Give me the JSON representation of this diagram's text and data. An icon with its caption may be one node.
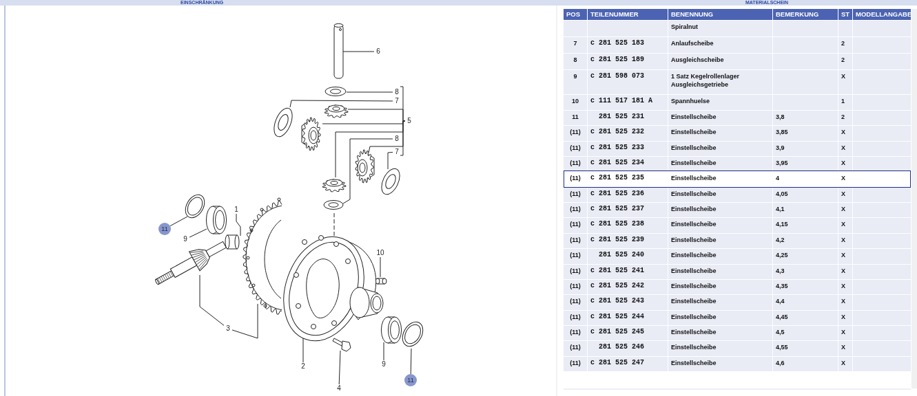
{
  "diagram": {
    "nodes": [
      {
        "text": [
          "6"
        ]
      },
      {
        "text": [],
        "shape": "picture"
      },
      {
        "text": [
          "8"
        ]
      },
      {
        "text": [],
        "shape": "picture"
      },
      {
        "text": [
          "7"
        ]
      },
      {
        "text": [],
        "shape": "picture"
      },
      {
        "text": [
          "5"
        ]
      },
      {
        "text": [],
        "shape": "picture"
      },
      {
        "text": [],
        "shape": "picture"
      },
      {
        "text": [],
        "shape": "picture"
      },
      {
        "text": [],
        "shape": "picture"
      },
      {
        "text": [
          "8"
        ]
      },
      {
        "text": [],
        "shape": "picture"
      },
      {
        "text": [
          "7"
        ]
      },
      {
        "text": [],
        "shape": "picture"
      },
      {
        "text": [
          "1"
        ]
      },
      {
        "text": [],
        "shape": "cylinder"
      },
      {
        "text": [
          "11"
        ]
      },
      {
        "text": [],
        "shape": "picture"
      },
      {
        "text": [
          "9"
        ]
      },
      {
        "text": [],
        "shape": "picture"
      },
      {
        "text": [],
        "shape": "picture"
      },
      {
        "text": [],
        "shape": "picture"
      },
      {
        "text": [
          "3"
        ]
      },
      {
        "text": [],
        "shape": "picture"
      },
      {
        "text": [
          "10"
        ]
      },
      {
        "text": [],
        "shape": "cylinder"
      },
      {
        "text": [
          "2"
        ]
      },
      {
        "text": [
          "4"
        ]
      },
      {
        "text": [],
        "shape": "picture"
      },
      {
        "text": [
          "9"
        ]
      },
      {
        "text": [],
        "shape": "picture"
      },
      {
        "text": [
          "11"
        ]
      },
      {
        "text": [],
        "shape": "picture"
      }
    ],
    "edges": [
      {
        "from": 0,
        "to": 1,
        "arrow": "none"
      },
      {
        "from": 2,
        "to": 3,
        "arrow": "none"
      },
      {
        "from": 4,
        "to": 5,
        "arrow": "none"
      },
      {
        "from": 6,
        "to": 7,
        "arrow": "none"
      },
      {
        "from": 6,
        "to": 8,
        "arrow": "none"
      },
      {
        "from": 6,
        "to": 9,
        "arrow": "none"
      },
      {
        "from": 6,
        "to": 10,
        "arrow": "none"
      },
      {
        "from": 11,
        "to": 12,
        "arrow": "none"
      },
      {
        "from": 13,
        "to": 14,
        "arrow": "none"
      },
      {
        "from": 15,
        "to": 16,
        "arrow": "none"
      },
      {
        "from": 17,
        "to": 18,
        "arrow": "none"
      },
      {
        "from": 19,
        "to": 20,
        "arrow": "none"
      },
      {
        "from": 23,
        "to": 21,
        "arrow": "none"
      },
      {
        "from": 23,
        "to": 22,
        "arrow": "none"
      },
      {
        "from": 25,
        "to": 26,
        "arrow": "none"
      },
      {
        "from": 27,
        "to": 24,
        "arrow": "none"
      },
      {
        "from": 28,
        "to": 29,
        "arrow": "none"
      },
      {
        "from": 30,
        "to": 31,
        "arrow": "none"
      },
      {
        "from": 32,
        "to": 33,
        "arrow": "none"
      }
    ],
    "labels": [
      "EINSCHRÄNKUNG",
      "MATERIALSCHEIN",
      "POS",
      "TEILENUMMER",
      "BENENNUNG",
      "BEMERKUNG",
      "ST",
      "MODELLANGABE",
      "Spiralnut",
      "7",
      "c 281 525 183",
      "Anlaufscheibe",
      "2",
      "8",
      "c 281 525 189",
      "Ausgleichscheibe",
      "2",
      "9",
      "c 281 598 073",
      "1 Satz Kegelrollenlager Ausgleichsgetriebe",
      "X",
      "10",
      "c 111 517 181 A",
      "Spannhuelse",
      "1",
      "11",
      "281 525 231",
      "Einstellscheibe",
      "3,8",
      "2",
      "(11)",
      "c 281 525 232",
      "Einstellscheibe",
      "3,85",
      "X",
      "(11)",
      "c 281 525 233",
      "Einstellscheibe",
      "3,9",
      "X",
      "(11)",
      "c 281 525 234",
      "Einstellscheibe",
      "3,95",
      "X",
      "(11)",
      "c 281 525 235",
      "Einstellscheibe",
      "4",
      "X",
      "(11)",
      "c 281 525 236",
      "Einstellscheibe",
      "4,05",
      "X",
      "(11)",
      "c 281 525 237",
      "Einstellscheibe",
      "4,1",
      "X",
      "(11)",
      "c 281 525 238",
      "Einstellscheibe",
      "4,15",
      "X",
      "(11)",
      "c 281 525 239",
      "Einstellscheibe",
      "4,2",
      "X",
      "(11)",
      "281 525 240",
      "Einstellscheibe",
      "4,25",
      "X",
      "(11)",
      "c 281 525 241",
      "Einstellscheibe",
      "4,3",
      "X",
      "(11)",
      "c 281 525 242",
      "Einstellscheibe",
      "4,35",
      "X",
      "(11)",
      "c 281 525 243",
      "Einstellscheibe",
      "4,4",
      "X",
      "(11)",
      "c 281 525 244",
      "Einstellscheibe",
      "4,45",
      "X",
      "(11)",
      "c 281 525 245",
      "Einstellscheibe",
      "4,5",
      "X",
      "(11)",
      "281 525 246",
      "Einstellscheibe",
      "4,55",
      "X",
      "(11)",
      "c 281 525 247",
      "Einstellscheibe",
      "4,6",
      "X"
    ]
  }
}
